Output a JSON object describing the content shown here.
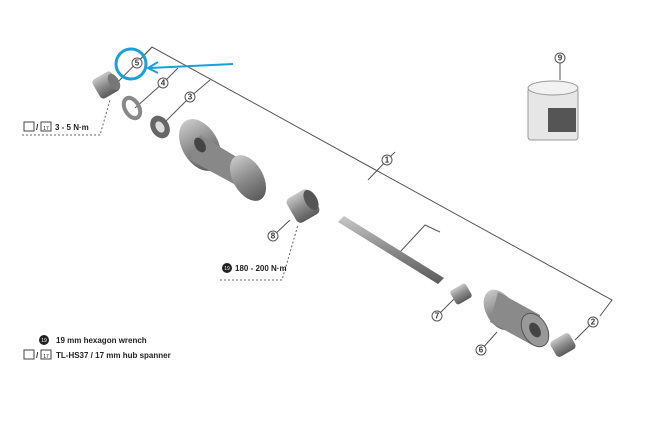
{
  "callouts": [
    "1",
    "2",
    "3",
    "4",
    "5",
    "6",
    "7",
    "8",
    "9"
  ],
  "torque_cap": "3 - 5 N·m",
  "torque_nut": "180 - 200 N·m",
  "tool_badge": "19",
  "spanner_size": "17",
  "legend": {
    "hex_wrench": "19 mm hexagon wrench",
    "hub_spanner": "TL-HS37 / 17 mm hub spanner"
  },
  "colors": {
    "highlight": "#1aa0d8",
    "parts": "#8a8a8a",
    "lines": "#555555"
  }
}
